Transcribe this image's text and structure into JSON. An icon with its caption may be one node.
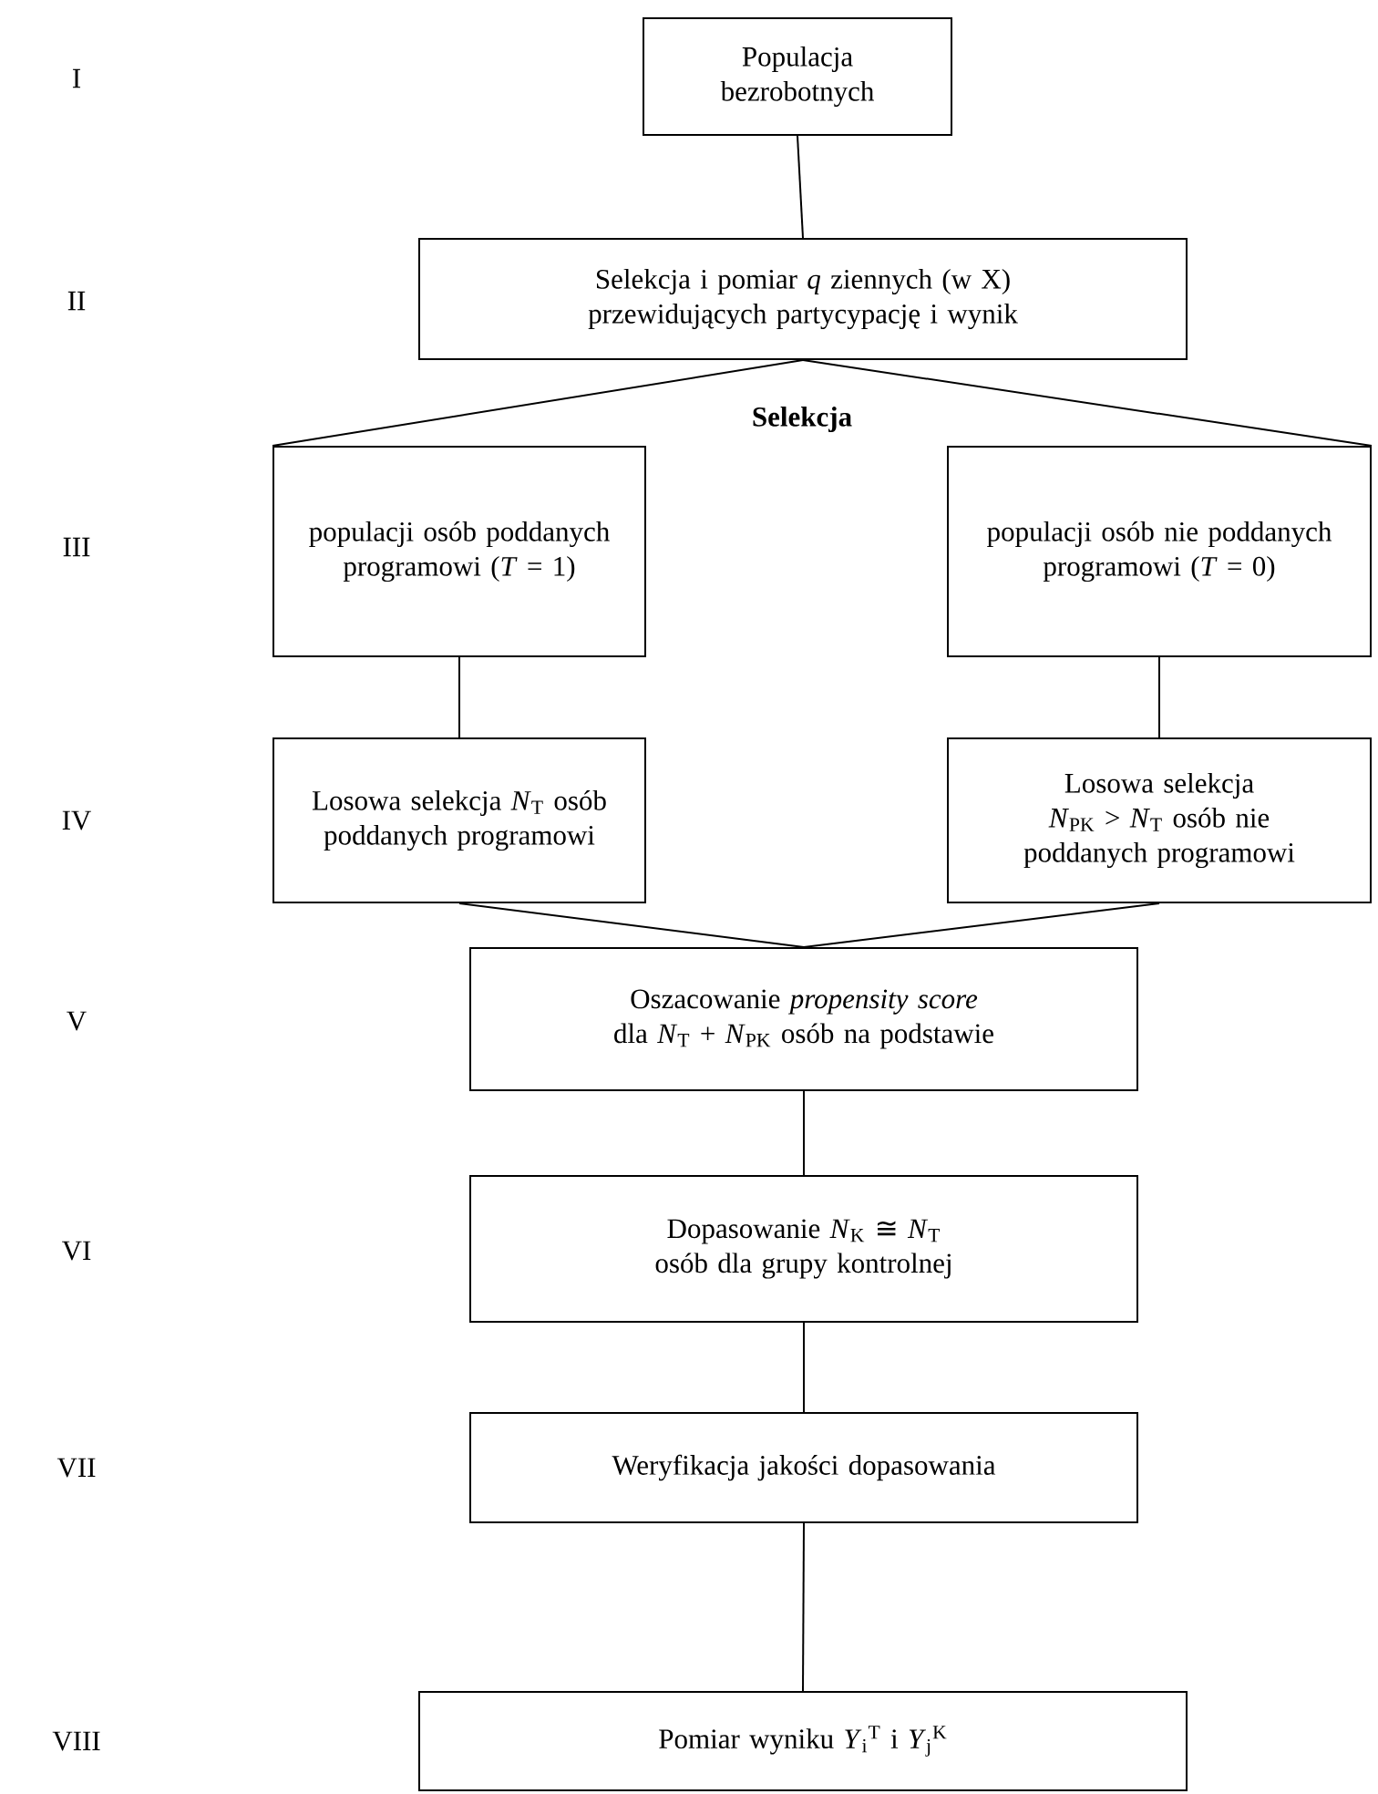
{
  "diagram": {
    "nodes": [
      {
        "text": [
          "Populacja bezrobotnych"
        ]
      },
      {
        "text": [
          "Selekcja i pomiar *q* ziennych (w X) przewidujących partycypację i wynik"
        ]
      },
      {
        "text": [
          "populacji osób poddanych programowi (*T* = 1)"
        ]
      },
      {
        "text": [
          "populacji osób nie poddanych programowi (*T* = 0)"
        ]
      },
      {
        "text": [
          "Losowa selekcja *N*$_{T}$ osób poddanych programowi"
        ]
      },
      {
        "text": [
          "Losowa selekcja *N*$_{PK}$ > *N*$_{T}$ osób nie poddanych programowi"
        ]
      },
      {
        "text": [
          "Oszacowanie *propensity score* dla *N*$_{T}$ + *N*$_{PK}$ osób na podstawie"
        ]
      },
      {
        "text": [
          "Dopasowanie *N*$_{K}$ ≅ *N*$_{T}$ osób dla grupy kontrolnej"
        ]
      },
      {
        "text": [
          "Weryfikacja jakości dopasowania"
        ]
      },
      {
        "text": [
          "Pomiar wyniku *Y*$_{i}$$^{T}$ i *Y*$_{j}$$^{K}$"
        ]
      }
    ],
    "edges": [
      {
        "from": 0,
        "to": 1,
        "arrow": "none"
      },
      {
        "from": 1,
        "to": 2,
        "arrow": "none"
      },
      {
        "from": 1,
        "to": 3,
        "arrow": "none"
      },
      {
        "from": 2,
        "to": 4,
        "arrow": "none"
      },
      {
        "from": 3,
        "to": 5,
        "arrow": "none"
      },
      {
        "from": 4,
        "to": 6,
        "arrow": "none"
      },
      {
        "from": 5,
        "to": 6,
        "arrow": "none"
      },
      {
        "from": 6,
        "to": 7,
        "arrow": "none"
      },
      {
        "from": 7,
        "to": 8,
        "arrow": "none"
      },
      {
        "from": 8,
        "to": 9,
        "arrow": "none"
      }
    ],
    "labels": [
      "I",
      "II",
      "Selekcja",
      "III",
      "IV",
      "V",
      "VI",
      "VII",
      "VIII"
    ]
  }
}
